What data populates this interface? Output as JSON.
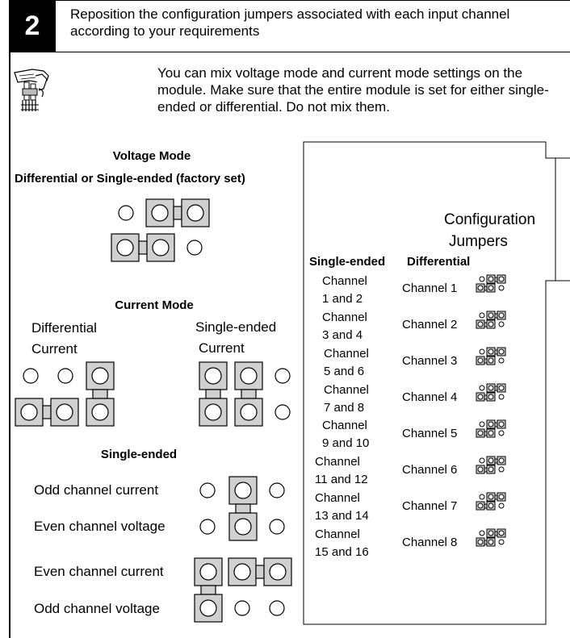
{
  "step": {
    "number": "2",
    "heading": "Reposition the configuration jumpers associated with each input channel according to your requirements"
  },
  "note": "You can mix voltage mode and current mode settings on the module. Make sure that the entire module is set for either single-ended or differential. Do not mix them.",
  "voltage_mode": {
    "title": "Voltage Mode",
    "subtitle": "Differential or Single-ended (factory set)"
  },
  "current_mode": {
    "title": "Current Mode",
    "differential_label_1": "Differential",
    "differential_label_2": "Current",
    "single_ended_label_1": "Single-ended",
    "single_ended_label_2": "Current"
  },
  "single_ended": {
    "title": "Single-ended",
    "rows": [
      "Odd channel current",
      "Even channel voltage",
      "Even channel current",
      "Odd channel voltage"
    ]
  },
  "board": {
    "title_1": "Configuration",
    "title_2": "Jumpers",
    "col_single_ended": "Single-ended",
    "col_differential": "Differential",
    "single_ended_channels": [
      {
        "line1": "Channel",
        "line2": "1 and 2"
      },
      {
        "line1": "Channel",
        "line2": "3 and 4"
      },
      {
        "line1": "Channel",
        "line2": "5 and 6"
      },
      {
        "line1": "Channel",
        "line2": "7 and 8"
      },
      {
        "line1": "Channel",
        "line2": "9 and 10"
      },
      {
        "line1": "Channel",
        "line2": "11 and 12"
      },
      {
        "line1": "Channel",
        "line2": "13 and 14"
      },
      {
        "line1": "Channel",
        "line2": "15 and 16"
      }
    ],
    "differential_channels": [
      "Channel 1",
      "Channel 2",
      "Channel 3",
      "Channel 4",
      "Channel 5",
      "Channel 6",
      "Channel 7",
      "Channel 8"
    ]
  }
}
